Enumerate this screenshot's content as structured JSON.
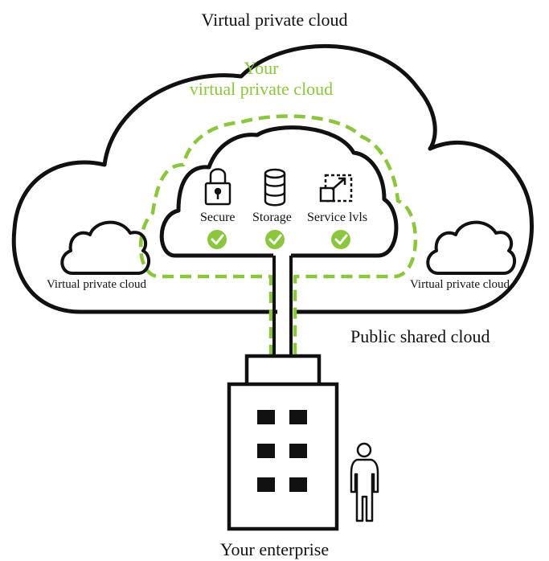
{
  "title": "Virtual private cloud",
  "your_vpc": {
    "line1": "Your",
    "line2": "virtual private cloud"
  },
  "features": [
    {
      "label": "Secure",
      "icon": "lock-icon",
      "status": "check-icon"
    },
    {
      "label": "Storage",
      "icon": "database-icon",
      "status": "check-icon"
    },
    {
      "label": "Service lvls",
      "icon": "scale-icon",
      "status": "check-icon"
    }
  ],
  "side_clouds": {
    "left_label": "Virtual private cloud",
    "right_label": "Virtual private cloud"
  },
  "public_label": "Public shared cloud",
  "enterprise_label": "Your enterprise",
  "colors": {
    "accent_green": "#8cc63f",
    "line": "#111111"
  }
}
